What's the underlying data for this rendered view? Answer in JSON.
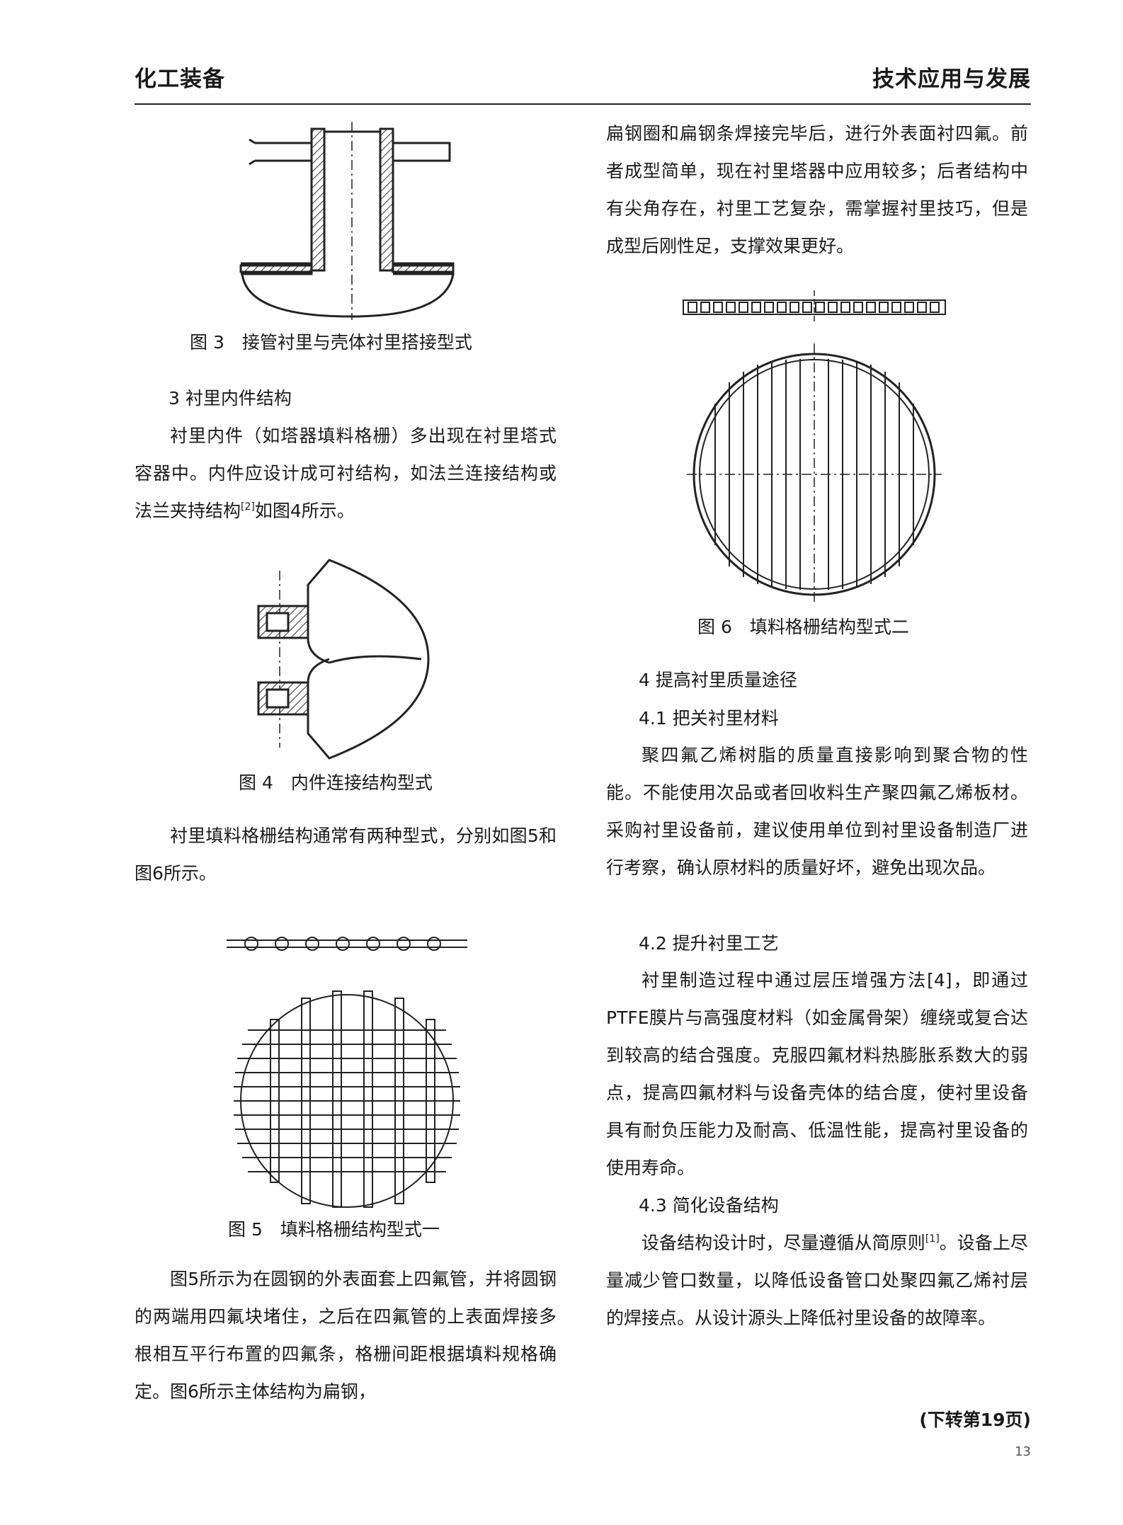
{
  "header": {
    "left": "化工装备",
    "right": "技术应用与发展"
  },
  "left_column": {
    "fig3_caption": "图 3　接管衬里与壳体衬里搭接型式",
    "section3_heading": "3 衬里内件结构",
    "section3_p1": {
      "text": "衬里内件（如塔器填料格栅）多出现在衬里塔式容器中。内件应设计成可衬结构，如法兰连接结构或法兰夹持结构",
      "ref": "[2]",
      "tail": "如图4所示。"
    },
    "fig4_caption": "图 4　内件连接结构型式",
    "section3_p2": "衬里填料格栅结构通常有两种型式，分别如图5和图6所示。",
    "fig5_caption": "图 5　填料格栅结构型式一",
    "section3_p3": "图5所示为在圆钢的外表面套上四氟管，并将圆钢的两端用四氟块堵住，之后在四氟管的上表面焊接多根相互平行布置的四氟条，格栅间距根据填料规格确定。图6所示主体结构为扁钢，"
  },
  "right_column": {
    "p_continue": "扁钢圈和扁钢条焊接完毕后，进行外表面衬四氟。前者成型简单，现在衬里塔器中应用较多；后者结构中有尖角存在，衬里工艺复杂，需掌握衬里技巧，但是成型后刚性足，支撑效果更好。",
    "fig6_caption": "图 6　填料格栅结构型式二",
    "section4_heading": "4 提高衬里质量途径",
    "s41_heading": "4.1 把关衬里材料",
    "s41_text": "聚四氟乙烯树脂的质量直接影响到聚合物的性能。不能使用次品或者回收料生产聚四氟乙烯板材。采购衬里设备前，建议使用单位到衬里设备制造厂进行考察，确认原材料的质量好坏，避免出现次品。",
    "s42_heading": "4.2 提升衬里工艺",
    "s42_text": "衬里制造过程中通过层压增强方法[4]，即通过PTFE膜片与高强度材料（如金属骨架）缠绕或复合达到较高的结合强度。克服四氟材料热膨胀系数大的弱点，提高四氟材料与设备壳体的结合度，使衬里设备具有耐负压能力及耐高、低温性能，提高衬里设备的使用寿命。",
    "s43_heading": "4.3 简化设备结构",
    "s43_text": {
      "text": "设备结构设计时，尽量遵循从简原则",
      "ref": "[1]",
      "tail": "。设备上尽量减少管口数量，以降低设备管口处聚四氟乙烯衬层的焊接点。从设计源头上降低衬里设备的故障率。"
    },
    "continued": "(下转第19页)"
  },
  "page_number": "13"
}
